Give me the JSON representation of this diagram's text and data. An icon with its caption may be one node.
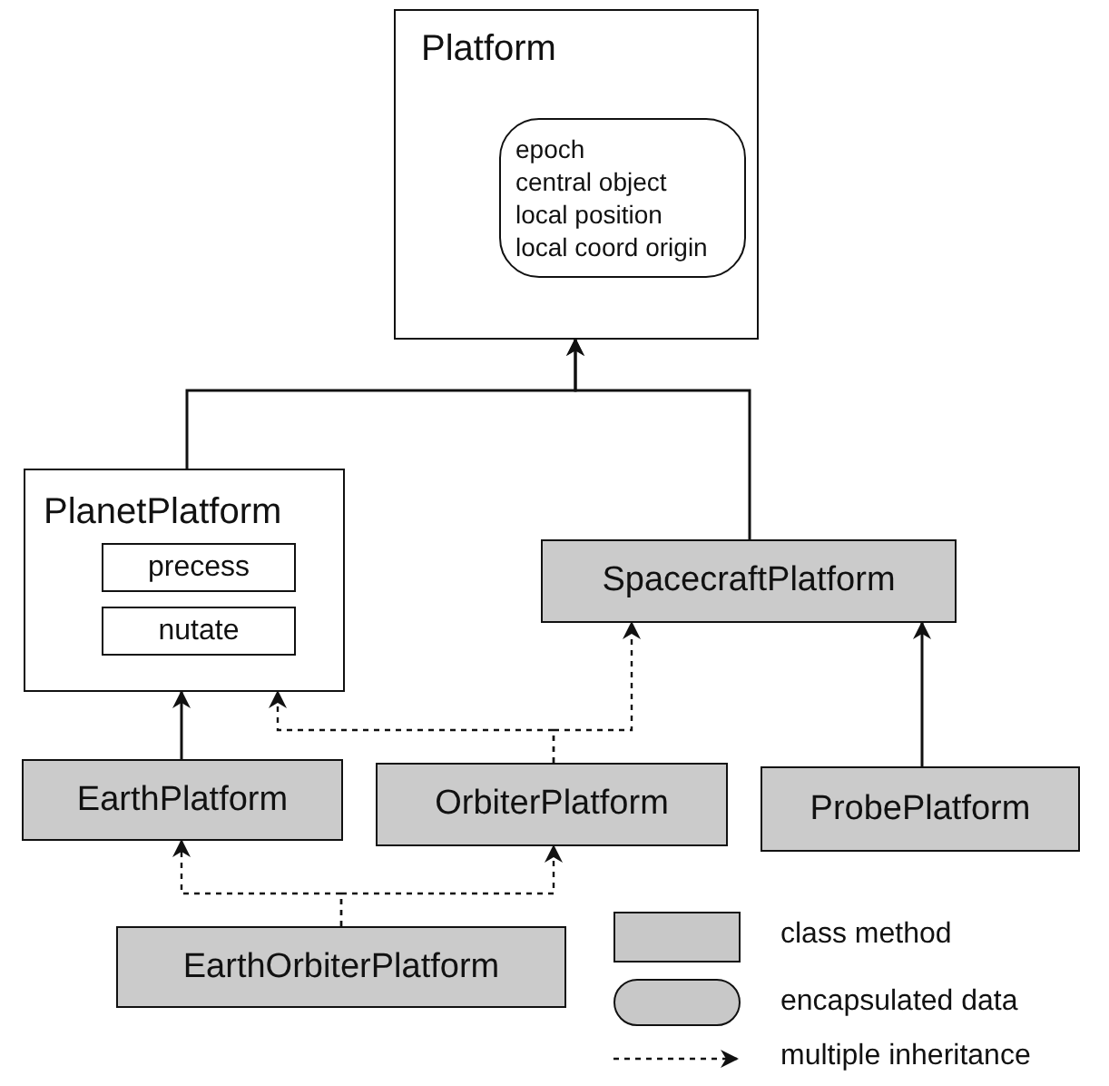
{
  "diagram": {
    "nodes": [
      {
        "text": [
          "Platform"
        ]
      },
      {
        "text": [
          "epoch",
          "central object",
          "local position",
          "local coord origin"
        ],
        "in": 0
      },
      {
        "text": [
          "PlanetPlatform"
        ]
      },
      {
        "text": [
          "precess"
        ],
        "in": 2
      },
      {
        "text": [
          "nutate"
        ],
        "in": 2
      },
      {
        "text": [
          "SpacecraftPlatform"
        ]
      },
      {
        "text": [
          "EarthPlatform"
        ]
      },
      {
        "text": [
          "OrbiterPlatform"
        ]
      },
      {
        "text": [
          "ProbePlatform"
        ]
      },
      {
        "text": [
          "EarthOrbiterPlatform"
        ]
      }
    ],
    "edges": [
      {
        "from": 2,
        "to": 0,
        "arrow": "to"
      },
      {
        "from": 5,
        "to": 0,
        "arrow": "to"
      },
      {
        "from": 6,
        "to": 2,
        "arrow": "to"
      },
      {
        "from": 7,
        "to": 2,
        "arrow": "to",
        "style": "dashed"
      },
      {
        "from": 7,
        "to": 5,
        "arrow": "to",
        "style": "dashed"
      },
      {
        "from": 8,
        "to": 5,
        "arrow": "to"
      },
      {
        "from": 9,
        "to": 6,
        "arrow": "to",
        "style": "dashed"
      },
      {
        "from": 9,
        "to": 7,
        "arrow": "to",
        "style": "dashed"
      }
    ],
    "legend": [
      {
        "text": "class method",
        "color": "#c8c8c8"
      },
      {
        "text": "encapsulated data",
        "color": "#c8c8c8"
      },
      {
        "text": "multiple inheritance"
      }
    ]
  }
}
